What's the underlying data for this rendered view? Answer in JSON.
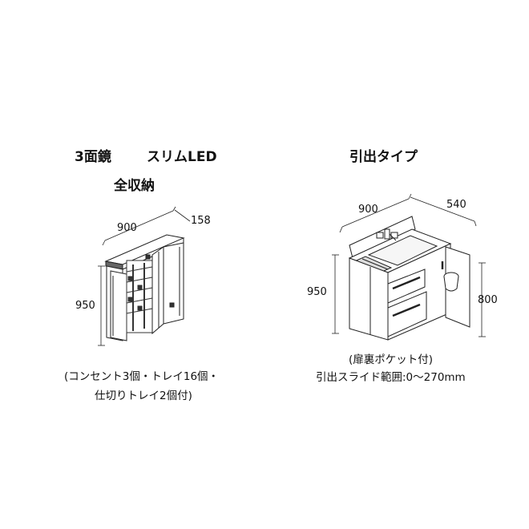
{
  "left": {
    "title1": "3面鏡",
    "title2": "スリムLED",
    "title3": "全収納",
    "dim_width": "900",
    "dim_depth": "158",
    "dim_height": "950",
    "note_line1": "(コンセント3個・トレイ16個・",
    "note_line2": "仕切りトレイ2個付)"
  },
  "right": {
    "title": "引出タイプ",
    "dim_width": "900",
    "dim_depth": "540",
    "dim_height": "950",
    "dim_counter": "800",
    "note_line1": "(扉裏ポケット付)",
    "note_line2": "引出スライド範囲:0〜270mm"
  }
}
